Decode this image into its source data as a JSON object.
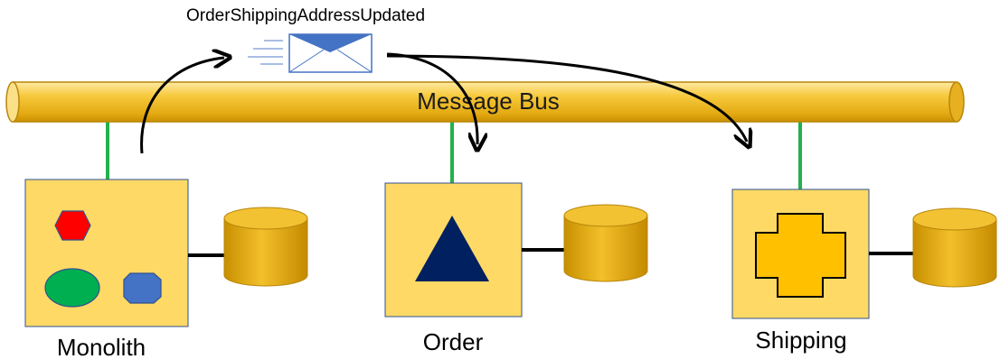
{
  "event": {
    "label": "OrderShippingAddressUpdated",
    "icon": "envelope-icon"
  },
  "bus": {
    "label": "Message Bus"
  },
  "services": [
    {
      "label": "Monolith",
      "icons": [
        "hexagon-icon",
        "ellipse-icon",
        "octagon-icon"
      ]
    },
    {
      "label": "Order",
      "icons": [
        "triangle-icon"
      ]
    },
    {
      "label": "Shipping",
      "icons": [
        "cross-icon"
      ]
    }
  ],
  "colors": {
    "bus": "#f4c430",
    "service_box": "#ffd966",
    "database": "#e0a800",
    "connector": "#22b14c",
    "envelope": "#4472c4",
    "hexagon": "#ff0000",
    "ellipse": "#00b050",
    "octagon": "#4472c4",
    "triangle": "#002060",
    "cross": "#ffc000"
  }
}
